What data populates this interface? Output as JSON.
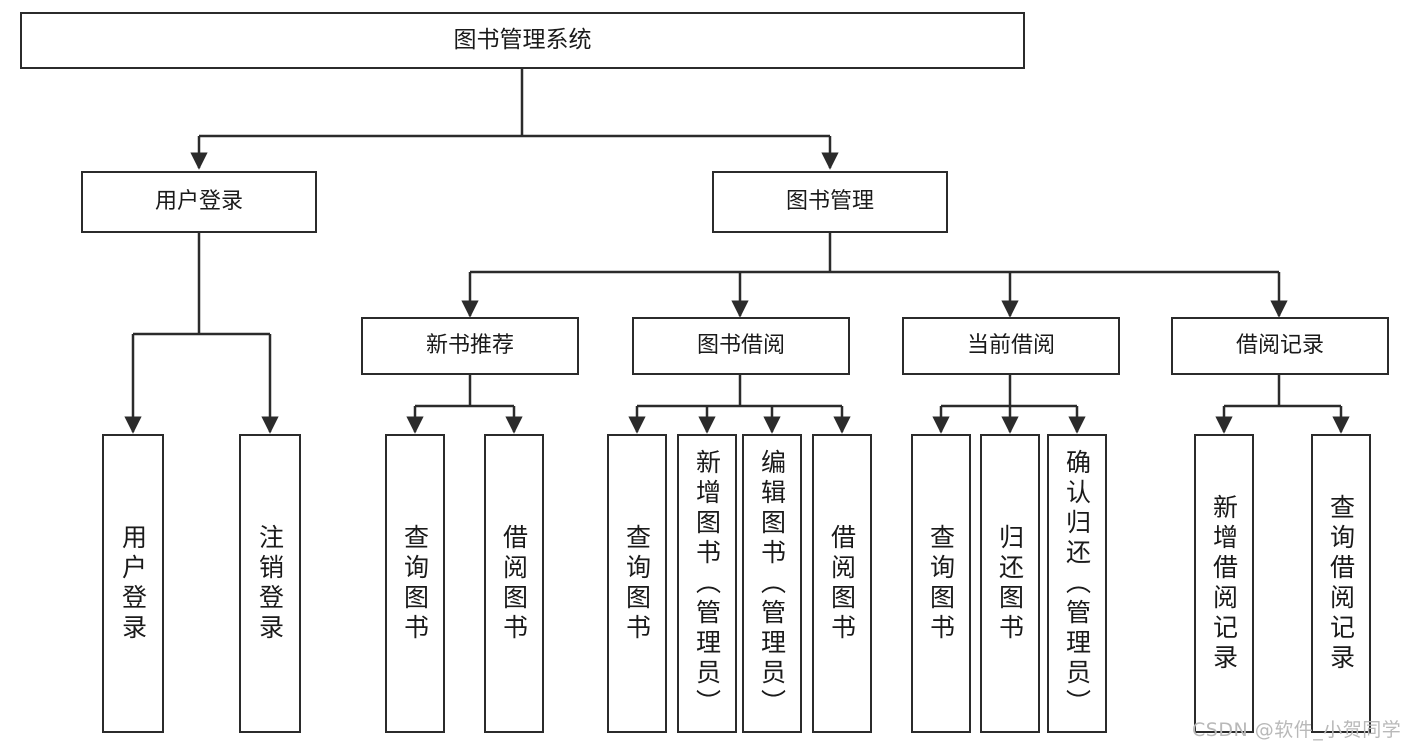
{
  "diagram": {
    "title": "图书管理系统",
    "stroke_color": "#2b2b2b",
    "background_color": "#ffffff",
    "nodes": {
      "root": "图书管理系统",
      "level2": {
        "user_login": "用户登录",
        "book_manage": "图书管理"
      },
      "level3": {
        "new_book_recommend": "新书推荐",
        "book_borrow": "图书借阅",
        "current_borrow": "当前借阅",
        "borrow_record": "借阅记录"
      },
      "leaves": {
        "user_login_1": "用户登录",
        "user_login_2": "注销登录",
        "recommend_1": "查询图书",
        "recommend_2": "借阅图书",
        "borrow_1": "查询图书",
        "borrow_2": "新增图书（管理员）",
        "borrow_3": "编辑图书（管理员）",
        "borrow_4": "借阅图书",
        "current_1": "查询图书",
        "current_2": "归还图书",
        "current_3": "确认归还（管理员）",
        "record_1": "新增借阅记录",
        "record_2": "查询借阅记录"
      }
    }
  },
  "watermark": {
    "text": "CSDN @软件_小贺同学",
    "color": "#b9b9b9"
  }
}
